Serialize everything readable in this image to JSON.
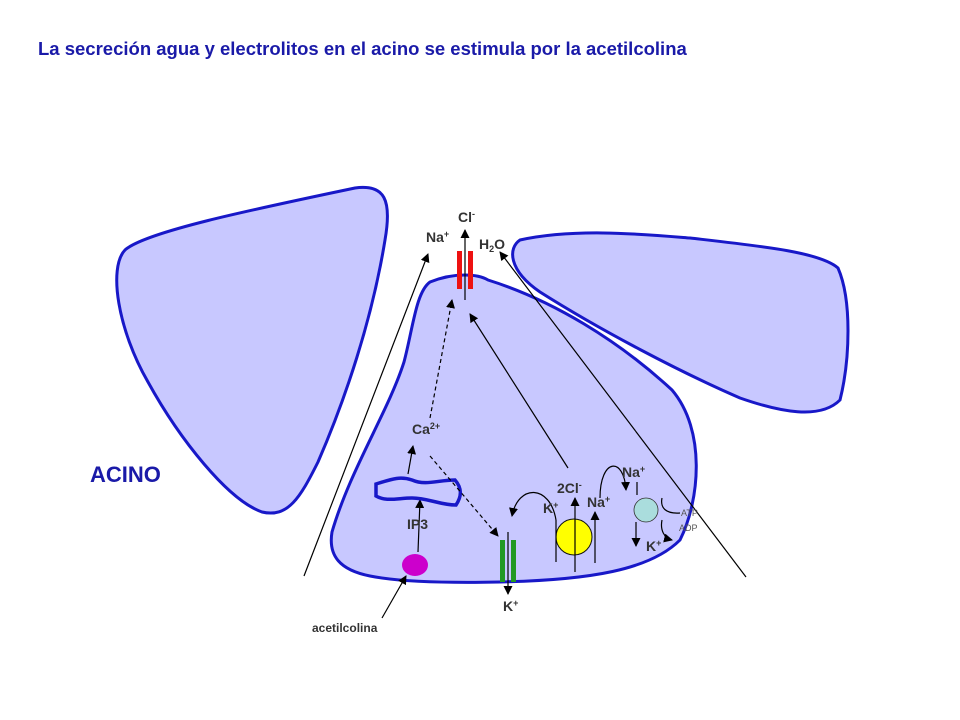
{
  "title": "La secreción agua y electrolitos en el acino se estimula por la acetilcolina",
  "labels": {
    "acino": "ACINO",
    "acetilcolina": "acetilcolina",
    "ip3": "IP3",
    "ca": "Ca",
    "ca_sup": "2+",
    "cl": "Cl",
    "cl_sup": "-",
    "na_top": "Na",
    "h2o_h": "H",
    "h2o_sub": "2",
    "h2o_o": "O",
    "k_bottom": "K",
    "twocl": "2Cl",
    "k_cotrans": "K",
    "na_cotrans": "Na",
    "na_pump": "Na",
    "k_pump": "K",
    "plus": "+",
    "atp": "ATP",
    "adp": "ADP"
  },
  "colors": {
    "title": "#1a1aa8",
    "cell_fill": "#c8c8ff",
    "cell_border": "#1818c8",
    "receptor": "#cc00cc",
    "cl_channel": "#ee1111",
    "k_channel": "#229922",
    "cotransporter": "#ffff00",
    "pump": "#aadddd"
  }
}
